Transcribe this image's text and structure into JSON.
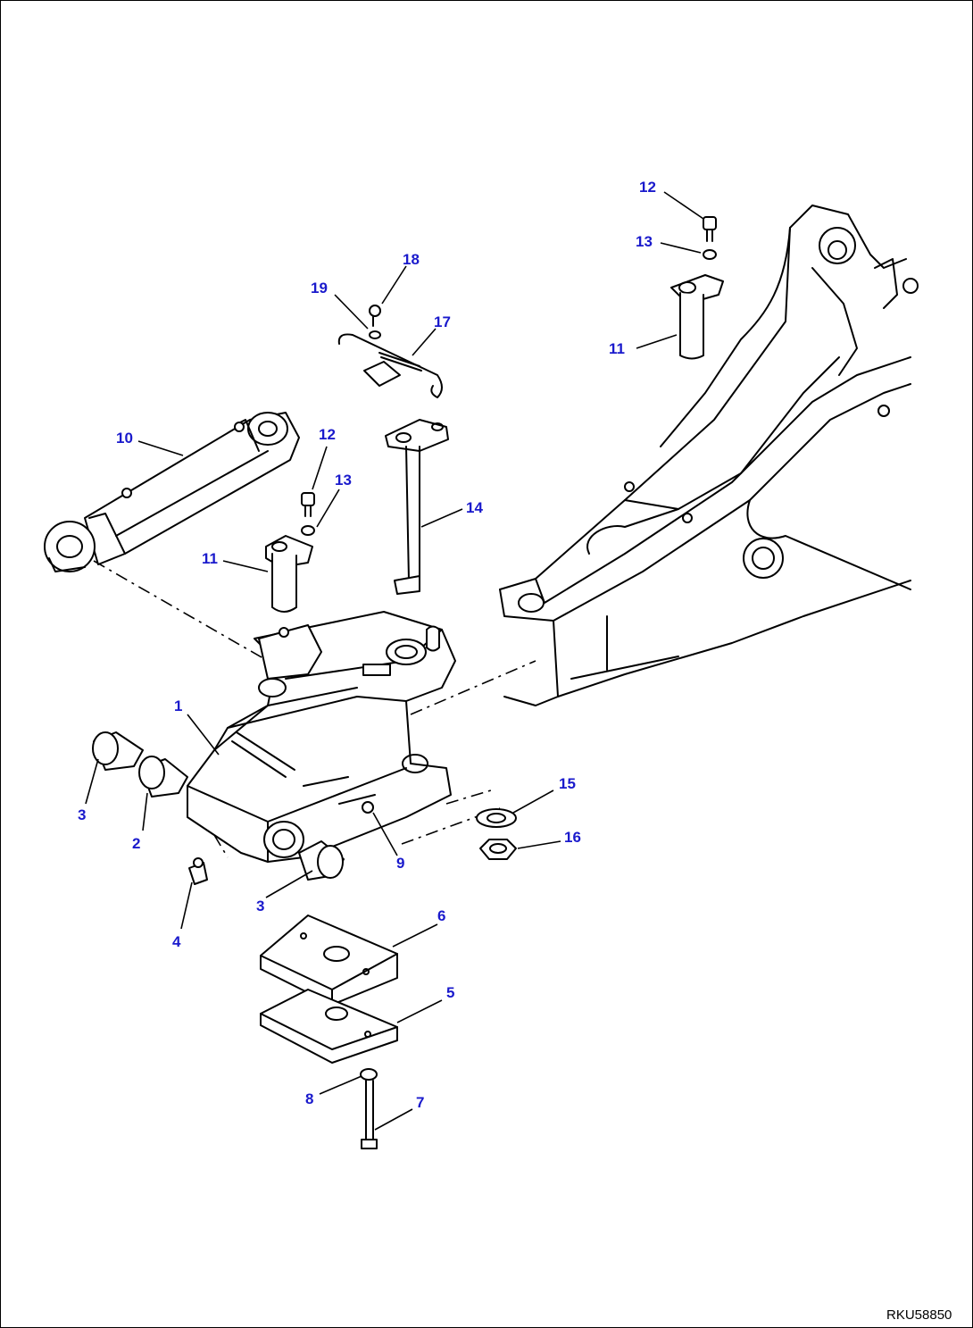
{
  "callouts": [
    "1",
    "2",
    "3",
    "3",
    "4",
    "5",
    "6",
    "7",
    "8",
    "9",
    "10",
    "11",
    "12",
    "13",
    "14",
    "15",
    "16",
    "17",
    "18",
    "19",
    "11",
    "12",
    "13"
  ],
  "drawing_code": "RKU58850",
  "colors": {
    "callout": "#1a1acc",
    "line": "#000000",
    "background": "#ffffff"
  }
}
